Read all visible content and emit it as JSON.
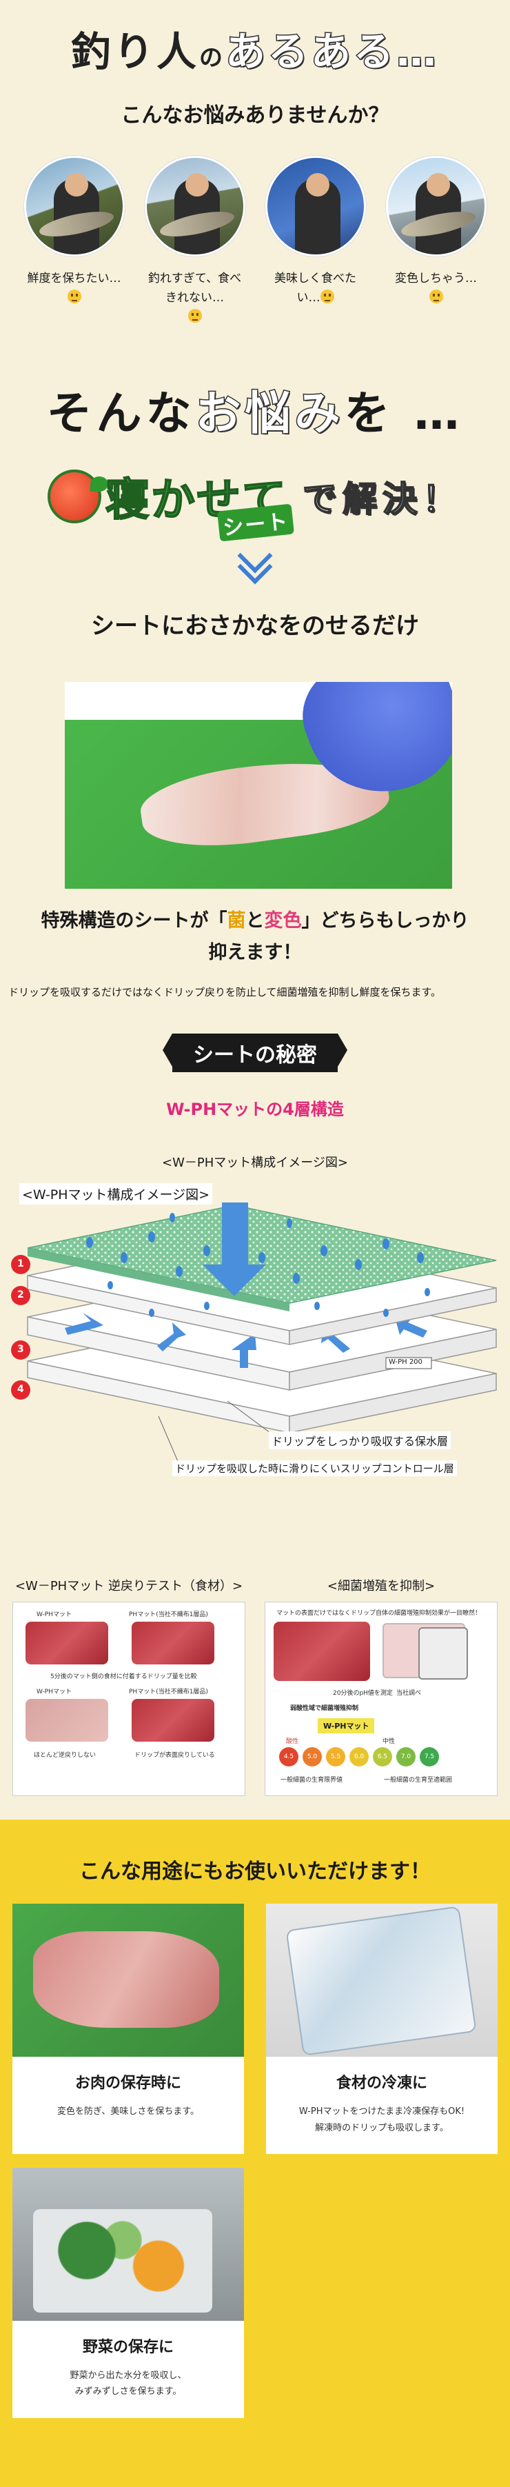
{
  "header": {
    "title_main": "釣り人",
    "title_no": "の",
    "title_aruaru": "あるある…",
    "subtitle": "こんなお悩みありませんか？"
  },
  "worries": [
    {
      "text": "鮮度を保ちたい…"
    },
    {
      "text": "釣れすぎて、食べきれない…"
    },
    {
      "text": "美味しく食べたい…"
    },
    {
      "text": "変色しちゃう…"
    }
  ],
  "solve": {
    "line1_dark": "そんな",
    "line1_light": "お悩み",
    "line1_tail": "を …",
    "logo_text": "寝かせて",
    "logo_sheet": "シート",
    "line2_rest": "で解決！"
  },
  "lead": "シートにおさかなをのせるだけ",
  "feature": {
    "line1_a": "特殊構造のシートが「",
    "em1": "菌",
    "mid": "と",
    "em2": "変色",
    "line1_b": "」どちらもしっかり",
    "line2": "抑えます！"
  },
  "note": "ドリップを吸収するだけではなくドリップ戻りを防止して細菌増殖を抑制し鮮度を保ちます。",
  "secret_badge": "シートの秘密",
  "layers_title": "W-PHマットの4層構造",
  "diagram": {
    "caption": "<W－PHマット構成イメージ図>",
    "inner_caption": "<W-PHマット構成イメージ図>",
    "numbers": [
      "1",
      "2",
      "3",
      "4"
    ],
    "tag": "W-PH 200",
    "label_a": "ドリップをしっかり吸収する保水層",
    "label_b": "ドリップを吸収した時に滑りにくいスリップコントロール層"
  },
  "tests": {
    "left_title": "<W－PHマット 逆戻りテスト（食材）>",
    "left_labels": [
      "W-PHマット",
      "PHマット(当社不織布1層品)",
      "5分後のマット側の食材に付着するドリップ量を比較",
      "W-PHマット",
      "PHマット(当社不織布1層品)",
      "ほとんど逆戻りしない",
      "ドリップが表面戻りしている"
    ],
    "right_title": "<細菌増殖を抑制>",
    "right_labels": [
      "マットの表面だけではなくドリップ自体の細菌増殖抑制効果が一目瞭然！",
      "20分後のpH値を測定",
      "当社調べ",
      "弱酸性域で細菌増殖抑制",
      "W-PHマット",
      "酸性",
      "中性",
      "一般細菌の生育限界値",
      "一般細菌の生育至適範囲"
    ],
    "ph_values": [
      "4.5",
      "5.0",
      "5.5",
      "6.0",
      "6.5",
      "7.0",
      "7.5"
    ]
  },
  "uses": {
    "title": "こんな用途にもお使いいただけます！",
    "cards": [
      {
        "name": "お肉の保存時に",
        "desc1": "変色を防ぎ、美味しさを保ちます。",
        "desc2": ""
      },
      {
        "name": "食材の冷凍に",
        "desc1": "W-PHマットをつけたまま冷凍保存もOK!",
        "desc2": "解凍時のドリップも吸収します。"
      },
      {
        "name": "野菜の保存に",
        "desc1": "野菜から出た水分を吸収し、",
        "desc2": "みずみずしさを保ちます。"
      }
    ]
  },
  "colors": {
    "background": "#f7f1dc",
    "accent_pink": "#e2287a",
    "accent_blue": "#3d7fd6",
    "band_yellow": "#f6d32c",
    "layer_red": "#e3262d"
  }
}
